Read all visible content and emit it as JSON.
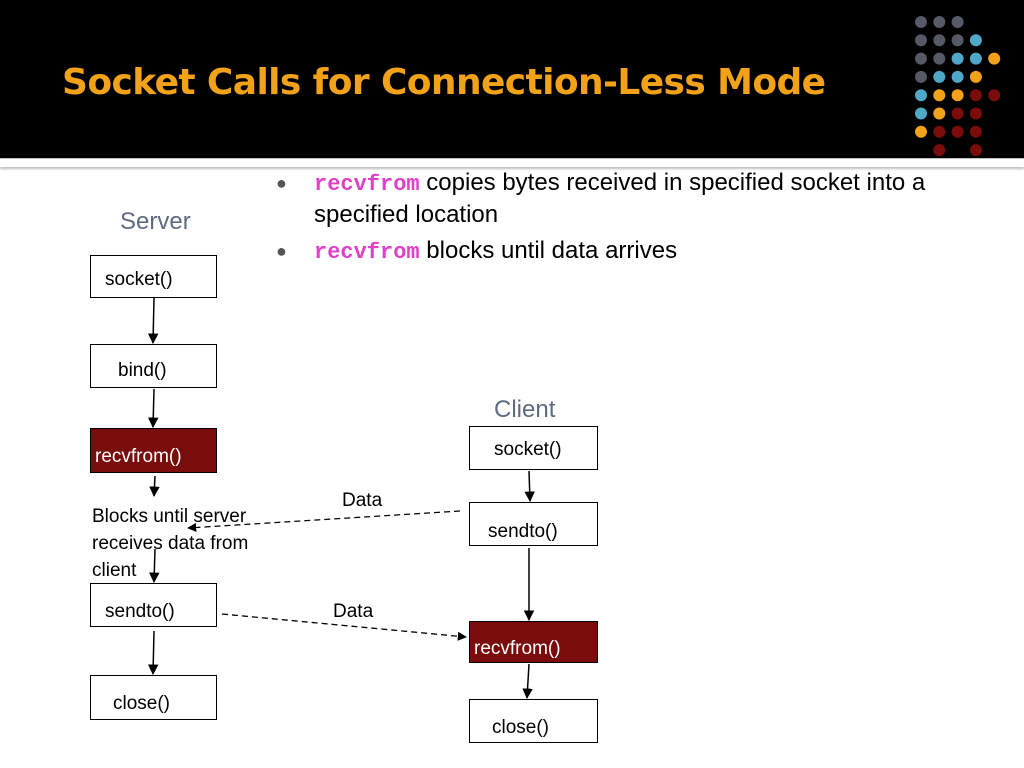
{
  "title": "Socket Calls for Connection-Less Mode",
  "bullets": [
    {
      "code": "recvfrom",
      "text": " copies bytes received in specified socket into a specified location"
    },
    {
      "code": "recvfrom",
      "text": " blocks until data arrives"
    }
  ],
  "server": {
    "label": "Server",
    "steps": [
      "socket()",
      "bind()",
      "recvfrom()",
      "sendto()",
      "close()"
    ],
    "note": "Blocks until server receives data from client"
  },
  "client": {
    "label": "Client",
    "steps": [
      "socket()",
      "sendto()",
      "recvfrom()",
      "close()"
    ]
  },
  "messages": [
    "Data",
    "Data"
  ],
  "colors": {
    "title": "#f2a218",
    "header_bg": "#000000",
    "highlight_box": "#7a0c0c",
    "code": "#e040c8",
    "column_label": "#5d6a80",
    "dot_palette": [
      "#555a66",
      "#4fa8c8",
      "#f2a218",
      "#7a0c0c"
    ]
  }
}
